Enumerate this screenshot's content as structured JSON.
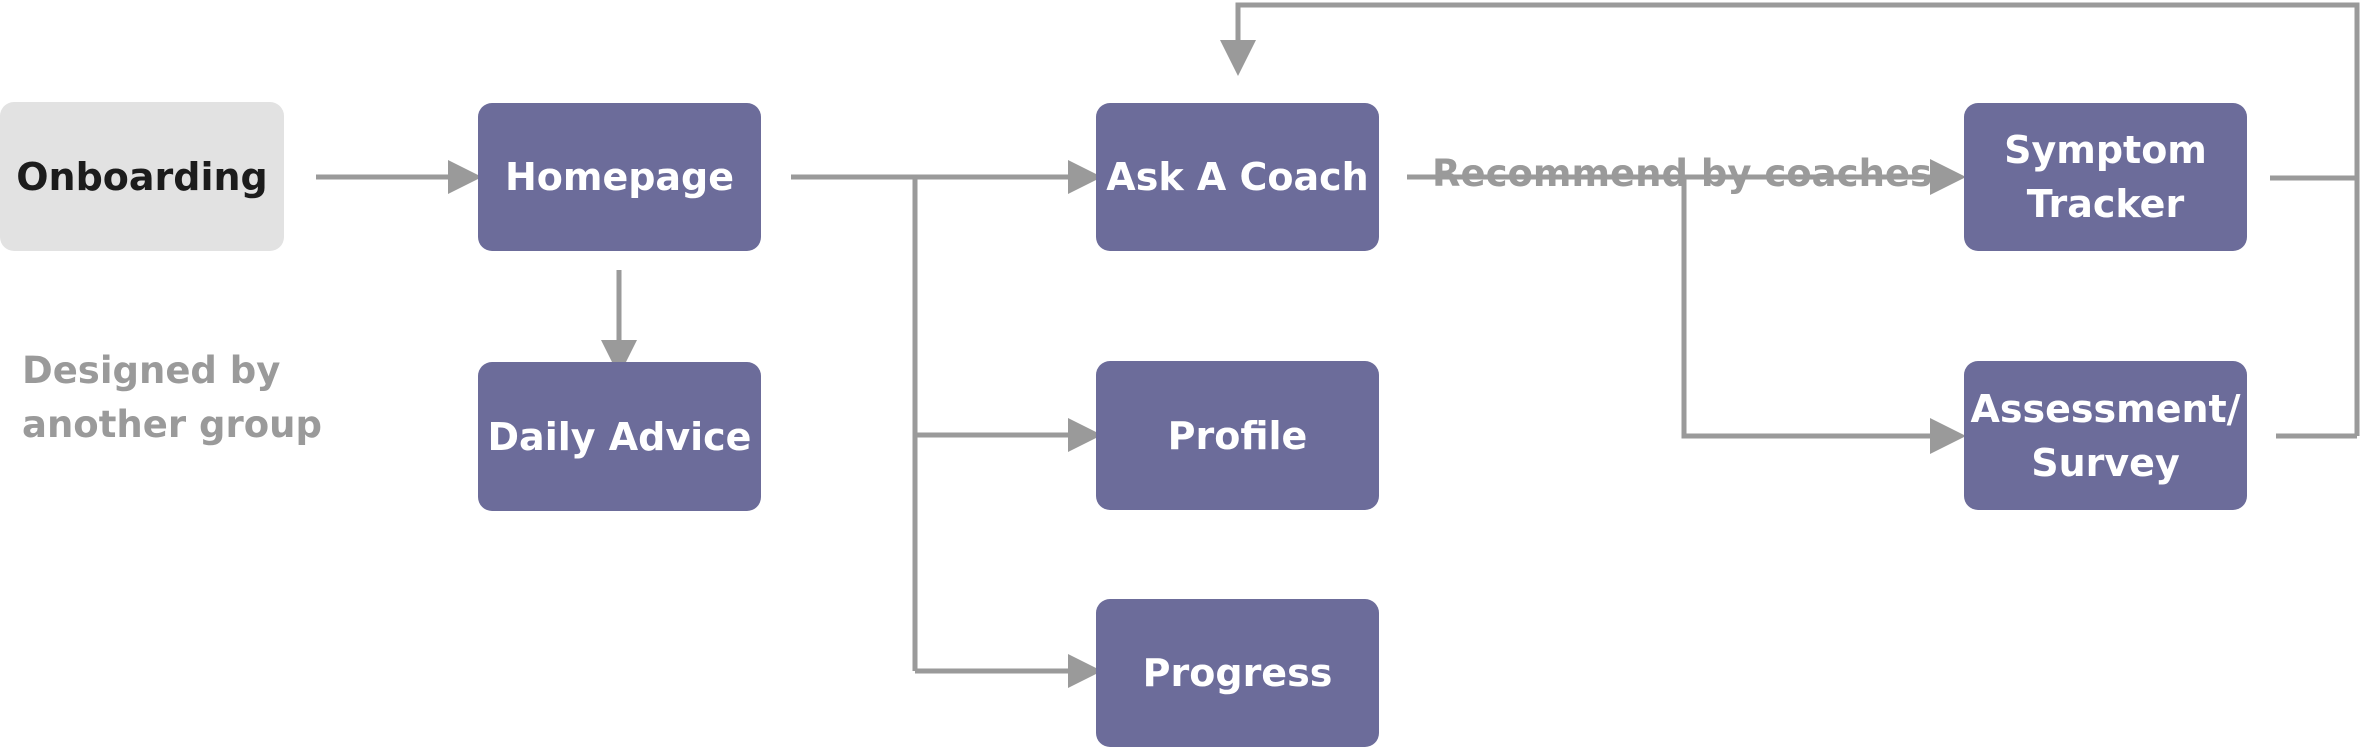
{
  "colors": {
    "node_fill": "#6c6c9a",
    "node_text": "#ffffff",
    "external_node_fill": "#e2e2e2",
    "external_node_text": "#1c1c1c",
    "connector": "#9a9a9a",
    "annotation_text": "#9a9a9a"
  },
  "nodes": {
    "onboarding": {
      "label": "Onboarding"
    },
    "homepage": {
      "label": "Homepage"
    },
    "daily_advice": {
      "label": "Daily Advice"
    },
    "ask_a_coach": {
      "label": "Ask A Coach"
    },
    "profile": {
      "label": "Profile"
    },
    "progress": {
      "label": "Progress"
    },
    "symptom_tracker": {
      "label": "Symptom\nTracker"
    },
    "assessment_survey": {
      "label": "Assessment/\nSurvey"
    }
  },
  "annotations": {
    "designed_by": "Designed by\nanother group",
    "recommend": "Recommend by coaches"
  },
  "edges": [
    {
      "from": "onboarding",
      "to": "homepage"
    },
    {
      "from": "homepage",
      "to": "daily_advice"
    },
    {
      "from": "homepage",
      "to": "ask_a_coach"
    },
    {
      "from": "homepage",
      "to": "profile"
    },
    {
      "from": "homepage",
      "to": "progress"
    },
    {
      "from": "ask_a_coach",
      "to": "symptom_tracker",
      "label": "Recommend by coaches"
    },
    {
      "from": "ask_a_coach",
      "to": "assessment_survey"
    },
    {
      "from": "symptom_tracker",
      "to": "ask_a_coach"
    },
    {
      "from": "assessment_survey",
      "to": "ask_a_coach"
    }
  ]
}
